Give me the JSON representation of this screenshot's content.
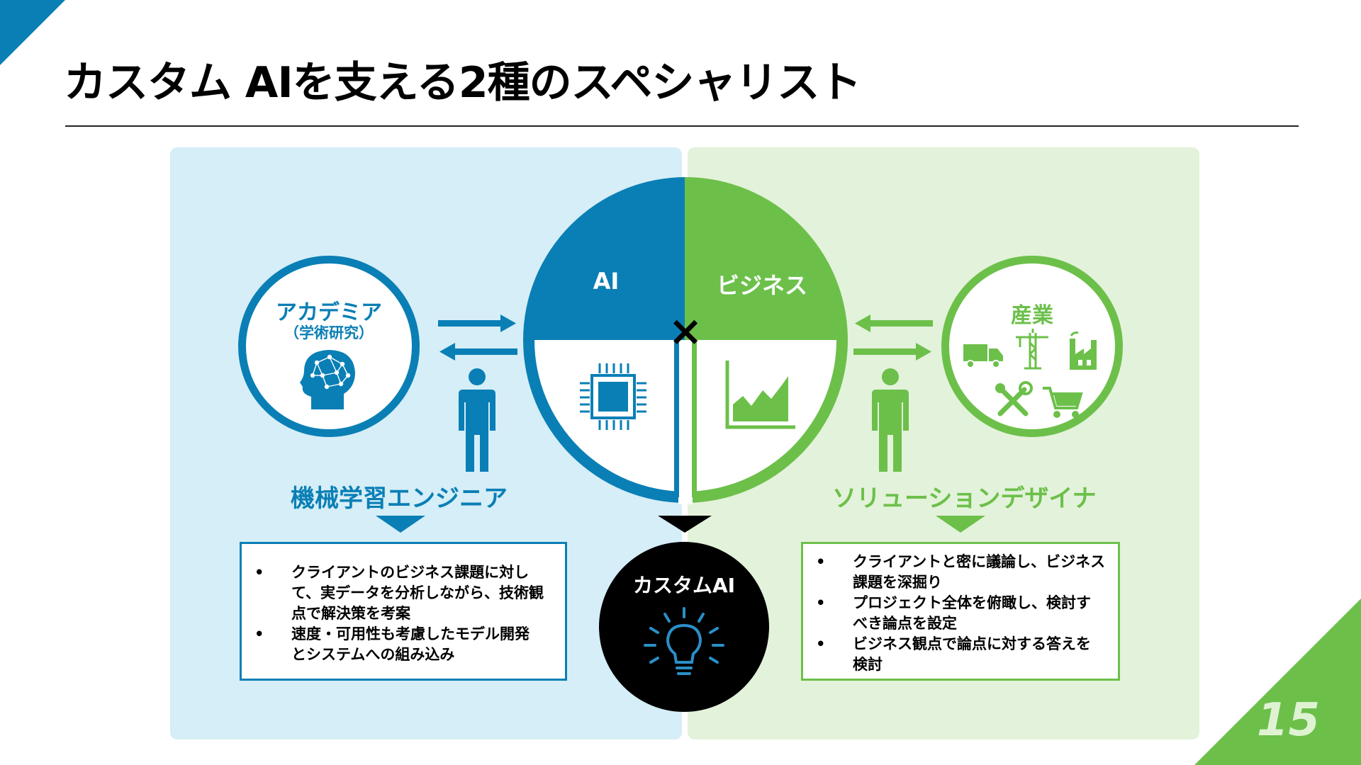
{
  "title": "カスタム AIを支える2種のスペシャリスト",
  "page_number": "15",
  "colors": {
    "blue": "#0a7fb5",
    "green": "#6cc04a",
    "light_blue": "#d5eef7",
    "light_green": "#e3f2da"
  },
  "academia": {
    "label": "アカデミア",
    "sublabel": "（学術研究）",
    "icon": "brain-head-icon"
  },
  "industry": {
    "label": "産業",
    "icons": [
      "truck-icon",
      "crane-icon",
      "factory-icon",
      "tools-icon",
      "cart-icon"
    ]
  },
  "center": {
    "ai_label": "AI",
    "business_label": "ビジネス",
    "cross": "×",
    "chip_icon": "cpu-chip-icon",
    "chart_icon": "area-chart-icon"
  },
  "roles": {
    "left": "機械学習エンジニア",
    "right": "ソリューションデザイナ"
  },
  "left_box": {
    "bullets": [
      {
        "lines": [
          "クライアントのビジネス課題に対し",
          "て、実データを分析しながら、技術観",
          "点で解決策を考案"
        ]
      },
      {
        "lines": [
          "速度・可用性も考慮したモデル開発",
          "とシステムへの組み込み"
        ]
      }
    ]
  },
  "right_box": {
    "bullets": [
      {
        "lines": [
          "クライアントと密に議論し、ビジネス",
          "課題を深掘り"
        ]
      },
      {
        "lines": [
          "プロジェクト全体を俯瞰し、検討す",
          "べき論点を設定"
        ]
      },
      {
        "lines": [
          "ビジネス観点で論点に対する答えを",
          "検討"
        ]
      }
    ]
  },
  "bullet_char": "•",
  "custom_ai": {
    "label": "カスタムAI",
    "icon": "lightbulb-icon"
  }
}
